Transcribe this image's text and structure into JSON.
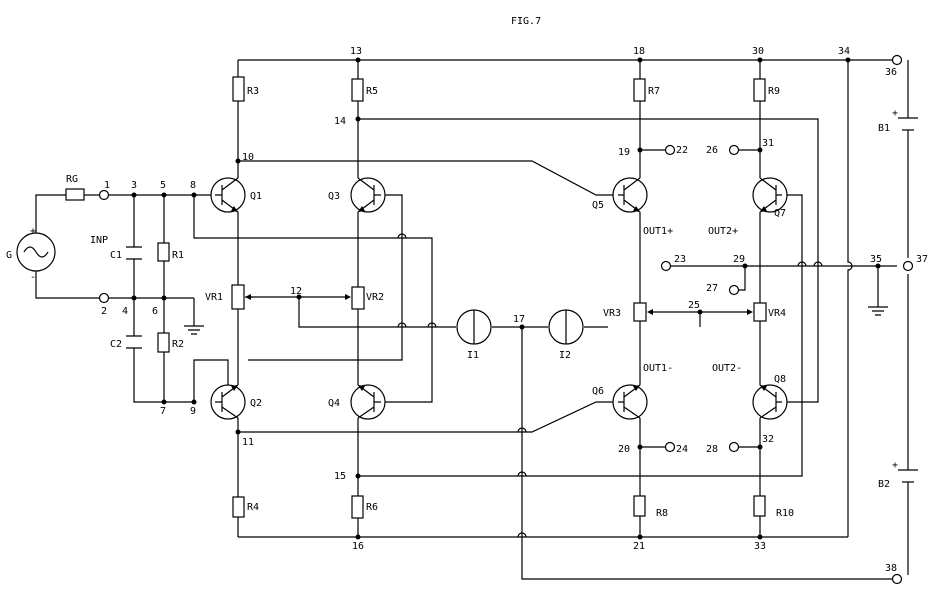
{
  "title": "FIG.7",
  "components": {
    "source": "G",
    "source_plus": "+",
    "source_minus": "-",
    "input_label": "INP",
    "resistors": [
      "RG",
      "R1",
      "R2",
      "R3",
      "R4",
      "R5",
      "R6",
      "R7",
      "R8",
      "R9",
      "R10"
    ],
    "capacitors": [
      "C1",
      "C2"
    ],
    "variable_resistors": [
      "VR1",
      "VR2",
      "VR3",
      "VR4"
    ],
    "transistors": [
      "Q1",
      "Q2",
      "Q3",
      "Q4",
      "Q5",
      "Q6",
      "Q7",
      "Q8"
    ],
    "current_sources": [
      "I1",
      "I2"
    ],
    "batteries": [
      "B1",
      "B2"
    ],
    "battery_plus": "+",
    "outputs": [
      "OUT1+",
      "OUT2+",
      "OUT1-",
      "OUT2-"
    ]
  },
  "nodes": [
    "1",
    "2",
    "3",
    "4",
    "5",
    "6",
    "7",
    "8",
    "9",
    "10",
    "11",
    "12",
    "13",
    "14",
    "15",
    "16",
    "17",
    "18",
    "19",
    "20",
    "21",
    "22",
    "23",
    "24",
    "25",
    "26",
    "27",
    "28",
    "29",
    "30",
    "31",
    "32",
    "33",
    "34",
    "35",
    "36",
    "37",
    "38"
  ],
  "icons": {
    "ground": "ground-icon",
    "ac_source": "ac-source-icon",
    "transistor": "npn-transistor-icon",
    "battery": "battery-icon"
  }
}
